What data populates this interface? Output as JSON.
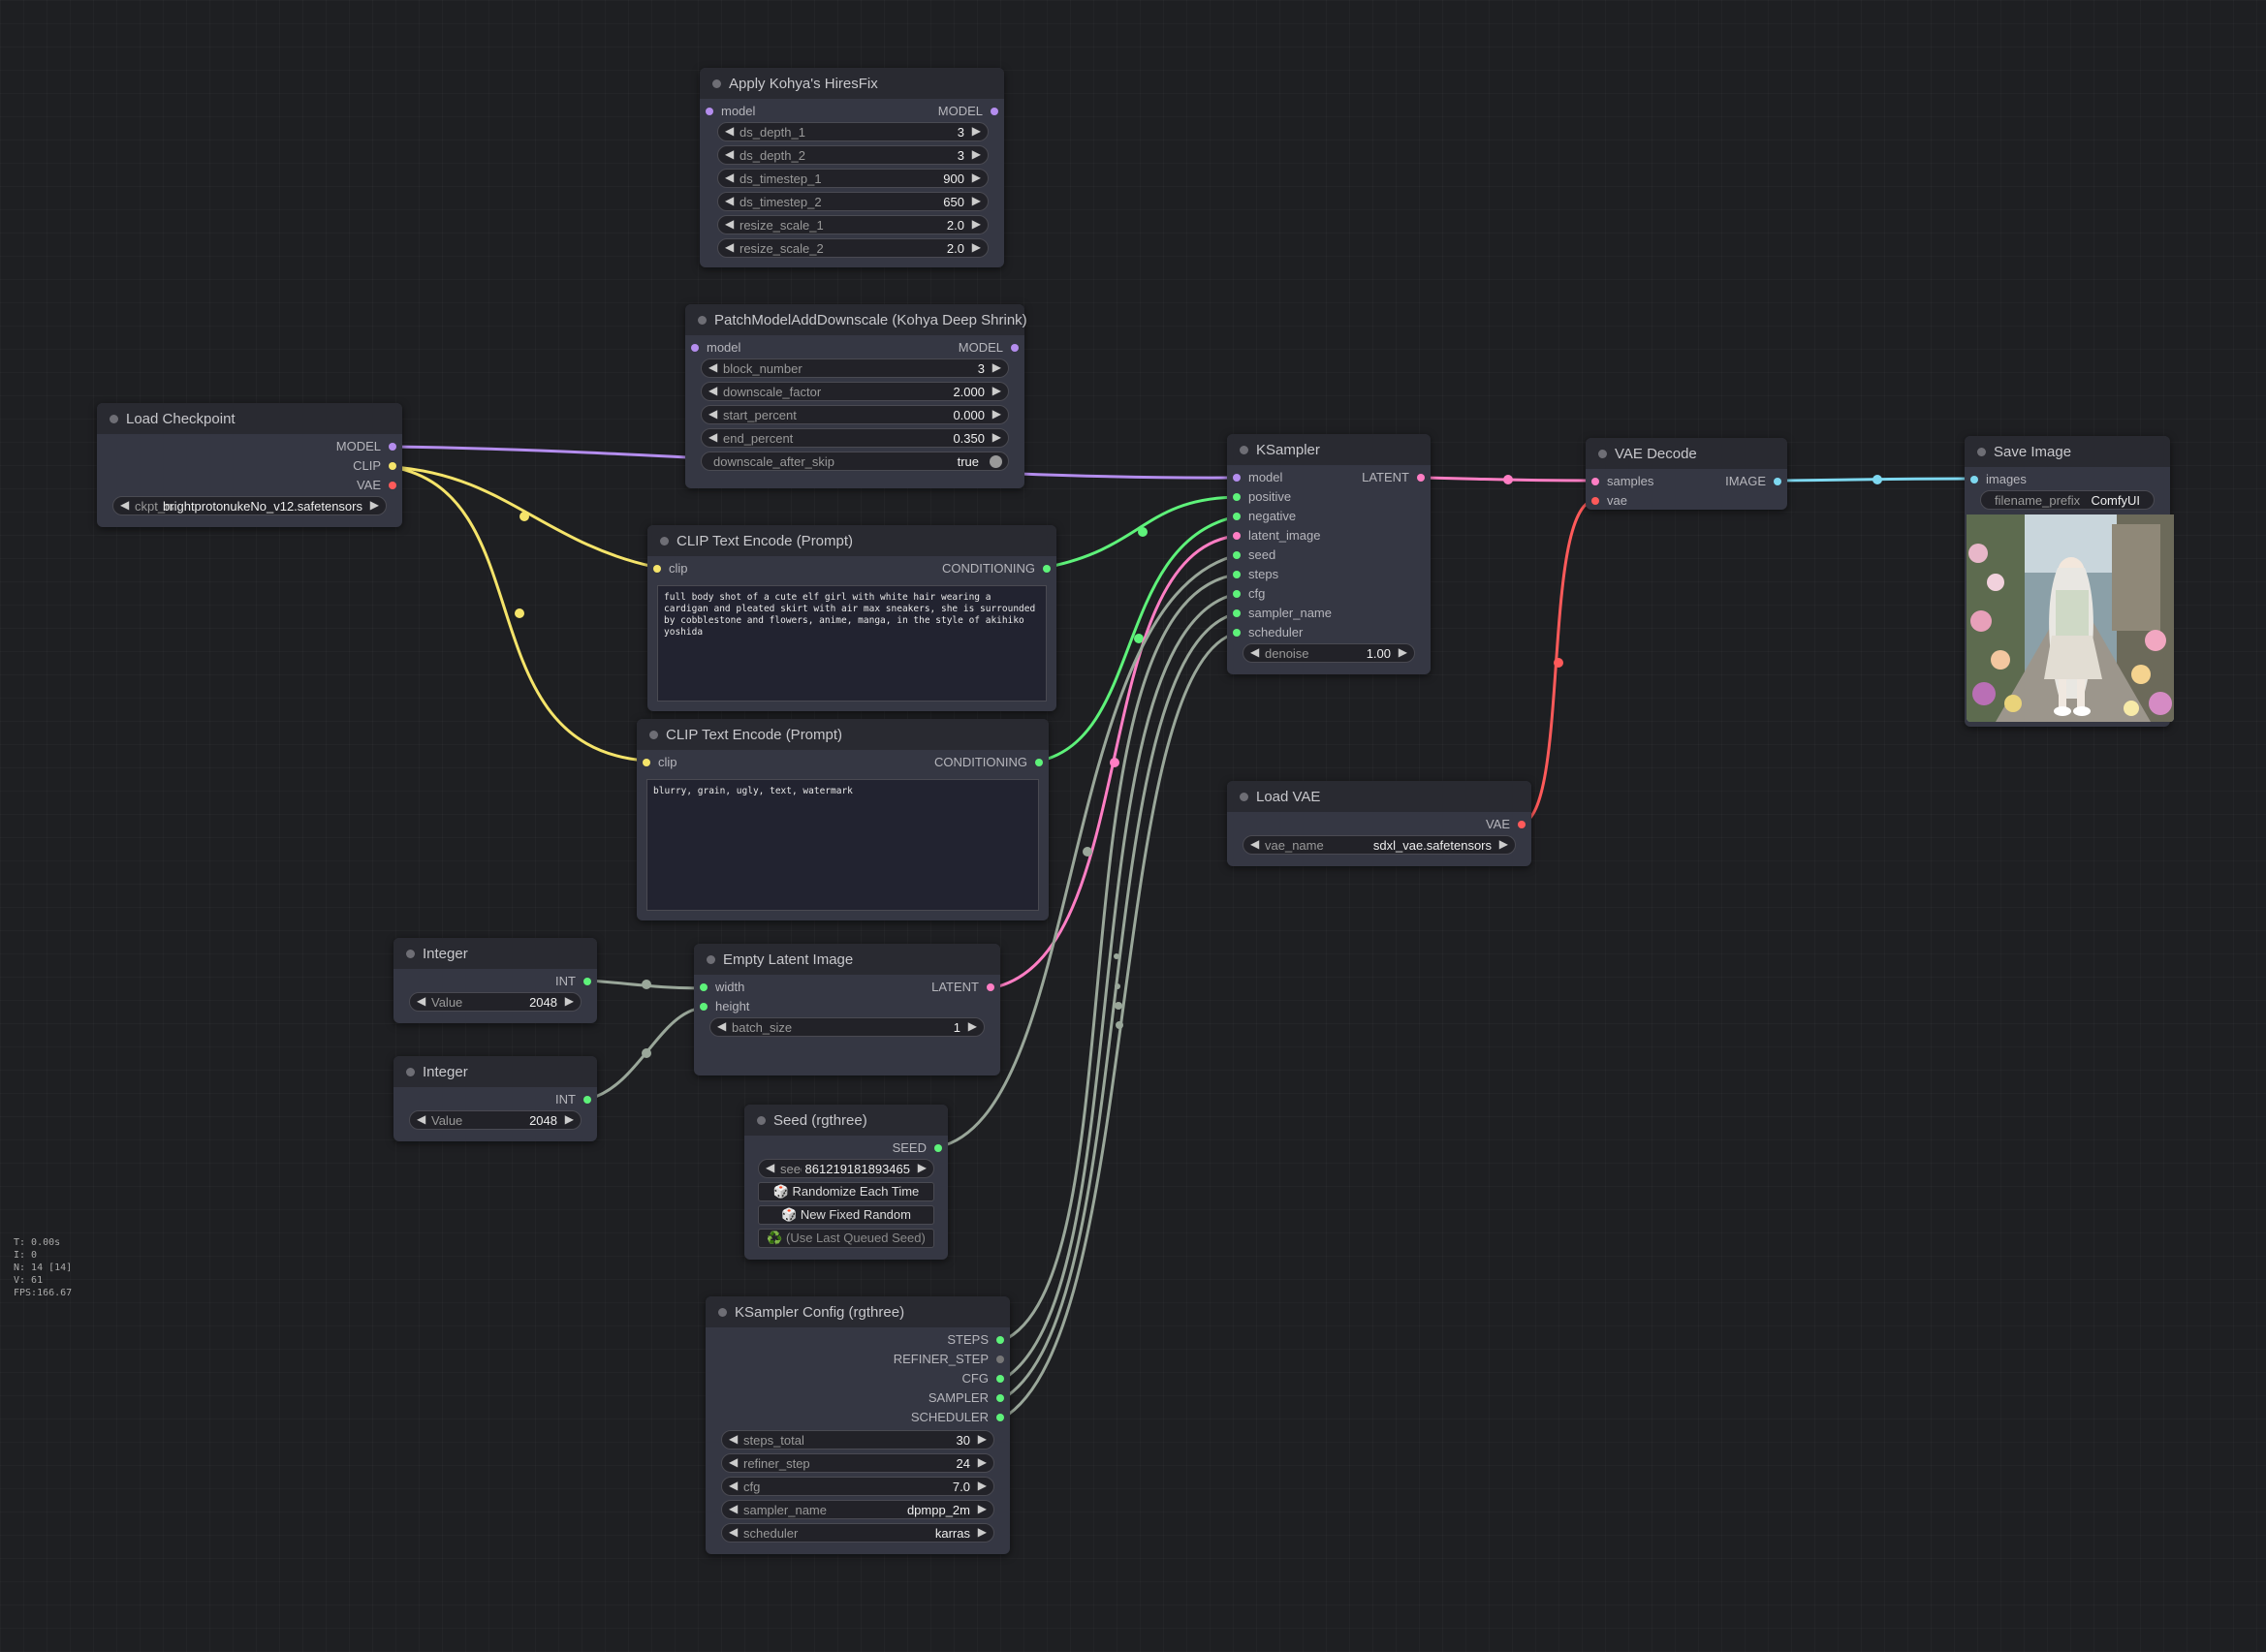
{
  "colors": {
    "model": "#b48dee",
    "clip": "#f5e46a",
    "conditioning": "#5ef27a",
    "latent": "#ff7ec4",
    "vae": "#ff5a5a",
    "image": "#7ed8f0",
    "int": "#9aa79a",
    "seed": "#5ef27a"
  },
  "stats": [
    "T: 0.00s",
    "I: 0",
    "N: 14 [14]",
    "V: 61",
    "FPS:166.67"
  ],
  "nodes": {
    "hiresfix": {
      "title": "Apply Kohya's HiresFix",
      "input": "model",
      "output": "MODEL",
      "widgets": [
        {
          "name": "ds_depth_1",
          "value": "3"
        },
        {
          "name": "ds_depth_2",
          "value": "3"
        },
        {
          "name": "ds_timestep_1",
          "value": "900"
        },
        {
          "name": "ds_timestep_2",
          "value": "650"
        },
        {
          "name": "resize_scale_1",
          "value": "2.0"
        },
        {
          "name": "resize_scale_2",
          "value": "2.0"
        }
      ]
    },
    "deepshrink": {
      "title": "PatchModelAddDownscale (Kohya Deep Shrink)",
      "input": "model",
      "output": "MODEL",
      "widgets": [
        {
          "name": "block_number",
          "value": "3"
        },
        {
          "name": "downscale_factor",
          "value": "2.000"
        },
        {
          "name": "start_percent",
          "value": "0.000"
        },
        {
          "name": "end_percent",
          "value": "0.350"
        }
      ],
      "toggle": {
        "name": "downscale_after_skip",
        "value": "true"
      }
    },
    "checkpoint": {
      "title": "Load Checkpoint",
      "outputs": [
        "MODEL",
        "CLIP",
        "VAE"
      ],
      "widget": {
        "name": "ckpt_name",
        "value": "brightprotonukeNo_v12.safetensors"
      }
    },
    "clip_pos": {
      "title": "CLIP Text Encode (Prompt)",
      "input": "clip",
      "output": "CONDITIONING",
      "text": "full body shot of a cute elf girl with white hair wearing a cardigan and pleated skirt with air max sneakers, she is surrounded by cobblestone and flowers, anime, manga, in the style of akihiko yoshida"
    },
    "clip_neg": {
      "title": "CLIP Text Encode (Prompt)",
      "input": "clip",
      "output": "CONDITIONING",
      "text": "blurry, grain, ugly, text, watermark"
    },
    "ksampler": {
      "title": "KSampler",
      "inputs": [
        "model",
        "positive",
        "negative",
        "latent_image",
        "seed",
        "steps",
        "cfg",
        "sampler_name",
        "scheduler"
      ],
      "output": "LATENT",
      "widget": {
        "name": "denoise",
        "value": "1.00"
      }
    },
    "vaedecode": {
      "title": "VAE Decode",
      "inputs": [
        "samples",
        "vae"
      ],
      "output": "IMAGE"
    },
    "saveimage": {
      "title": "Save Image",
      "input": "images",
      "widget": {
        "name": "filename_prefix",
        "value": "ComfyUI"
      }
    },
    "loadvae": {
      "title": "Load VAE",
      "output": "VAE",
      "widget": {
        "name": "vae_name",
        "value": "sdxl_vae.safetensors"
      }
    },
    "int1": {
      "title": "Integer",
      "output": "INT",
      "widget": {
        "name": "Value",
        "value": "2048"
      }
    },
    "int2": {
      "title": "Integer",
      "output": "INT",
      "widget": {
        "name": "Value",
        "value": "2048"
      }
    },
    "emptylatent": {
      "title": "Empty Latent Image",
      "inputs": [
        "width",
        "height"
      ],
      "output": "LATENT",
      "widget": {
        "name": "batch_size",
        "value": "1"
      }
    },
    "seed": {
      "title": "Seed (rgthree)",
      "output": "SEED",
      "widget": {
        "name": "seed",
        "value": "861219181893465"
      },
      "buttons": [
        "🎲 Randomize Each Time",
        "🎲 New Fixed Random",
        "♻️ (Use Last Queued Seed)"
      ]
    },
    "ksconfig": {
      "title": "KSampler Config (rgthree)",
      "outputs": [
        "STEPS",
        "REFINER_STEP",
        "CFG",
        "SAMPLER",
        "SCHEDULER"
      ],
      "widgets": [
        {
          "name": "steps_total",
          "value": "30"
        },
        {
          "name": "refiner_step",
          "value": "24"
        },
        {
          "name": "cfg",
          "value": "7.0"
        },
        {
          "name": "sampler_name",
          "value": "dpmpp_2m"
        },
        {
          "name": "scheduler",
          "value": "karras"
        }
      ]
    }
  }
}
